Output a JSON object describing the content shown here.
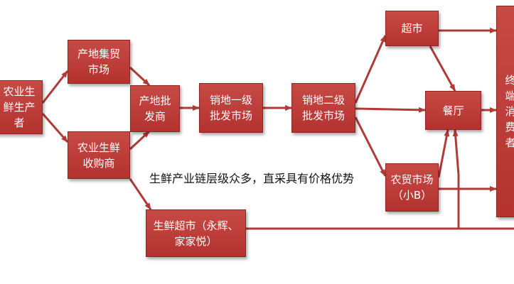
{
  "colors": {
    "node_fill": "#b83633",
    "arrow": "#b03a36"
  },
  "nodes": {
    "producer": "农业生\n鲜生产\n者",
    "origin_market": "产地集贸\n市场",
    "collector": "农业生鲜\n收购商",
    "origin_wholesaler": "产地批\n发商",
    "dest_wholesale_1": "销地一级\n批发市场",
    "dest_wholesale_2": "销地二级\n批发市场",
    "supermarket": "超市",
    "restaurant": "餐厅",
    "farmers_market": "农贸市场\n（小B）",
    "fresh_supermarket": "生鲜超市（永辉、\n家家悦）",
    "consumer": "终\n端\n消\n费\n者"
  },
  "caption": "生鲜产业链层级众多，直采具有价格优势"
}
